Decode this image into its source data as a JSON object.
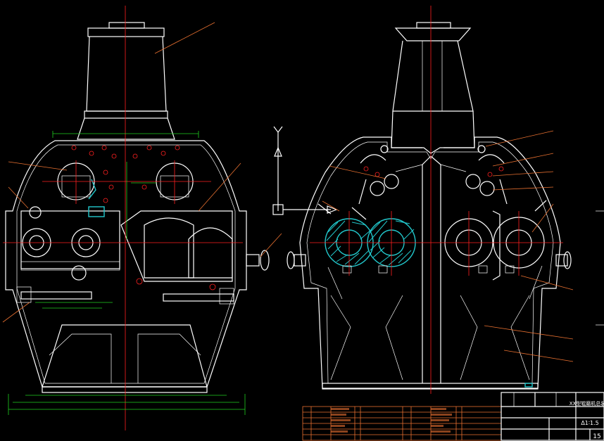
{
  "title_block": {
    "title": "XX型辊磨机总装图",
    "scale": "Δ1∶1.5",
    "sheet": "15"
  },
  "colors": {
    "background": "#000000",
    "outline": "#ffffff",
    "centerline": "#ff2020",
    "dimension": "#20d020",
    "leader": "#e87030",
    "hatch": "#22c8cc"
  }
}
